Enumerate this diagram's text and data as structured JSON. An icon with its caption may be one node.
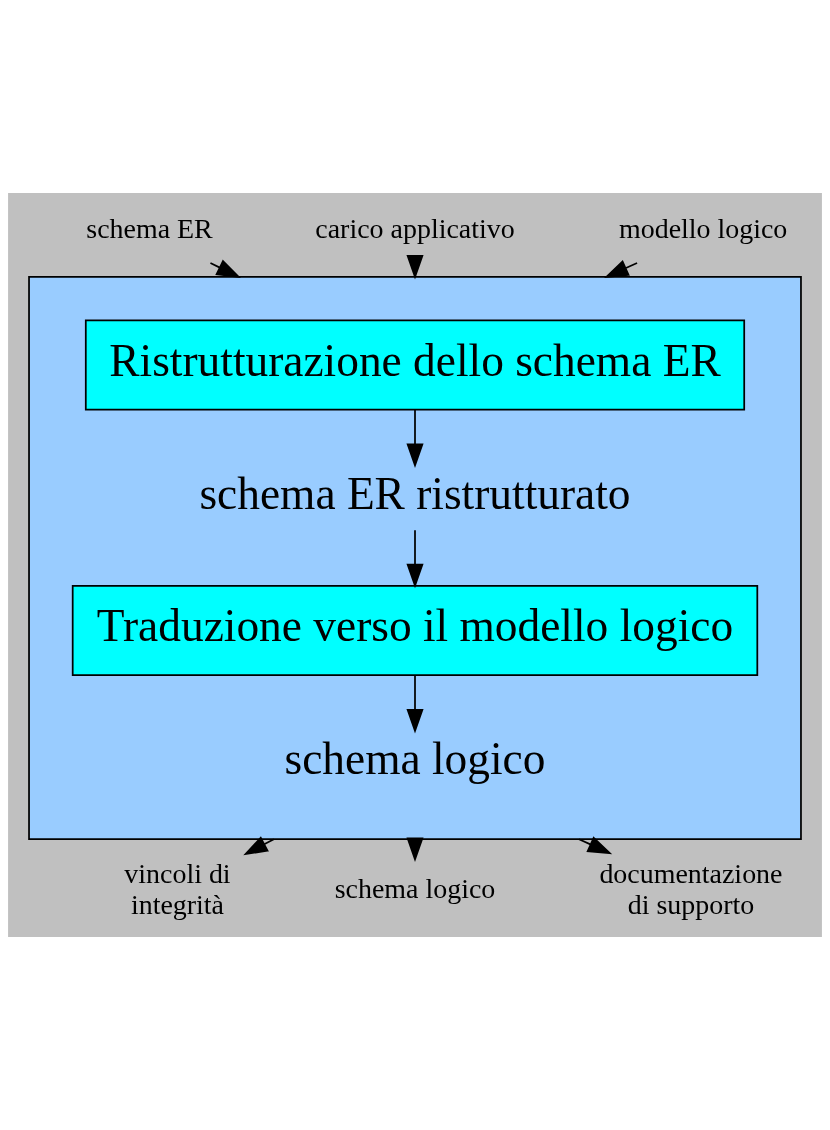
{
  "diagram": {
    "nodes": [
      {
        "text": [
          "schema ER"
        ]
      },
      {
        "text": [
          "carico applicativo"
        ]
      },
      {
        "text": [
          "modello logico"
        ]
      },
      {
        "text": [],
        "shape": "box"
      },
      {
        "text": [
          "Ristrutturazione dello schema ER"
        ],
        "in": 3
      },
      {
        "text": [
          "schema ER ristrutturato"
        ],
        "in": 3
      },
      {
        "text": [
          "Traduzione verso il modello logico"
        ],
        "in": 3
      },
      {
        "text": [
          "schema logico"
        ],
        "in": 3
      },
      {
        "text": [
          "vincoli di integrità"
        ]
      },
      {
        "text": [
          "schema logico"
        ]
      },
      {
        "text": [
          "documentazione di supporto"
        ]
      }
    ],
    "edges": [
      {
        "from": 0,
        "to": 3,
        "arrow": "to"
      },
      {
        "from": 1,
        "to": 3,
        "arrow": "to"
      },
      {
        "from": 2,
        "to": 3,
        "arrow": "to"
      },
      {
        "from": 4,
        "to": 5,
        "arrow": "to"
      },
      {
        "from": 5,
        "to": 6,
        "arrow": "to"
      },
      {
        "from": 6,
        "to": 7,
        "arrow": "to"
      },
      {
        "from": 3,
        "to": 8,
        "arrow": "to"
      },
      {
        "from": 3,
        "to": 9,
        "arrow": "to"
      },
      {
        "from": 3,
        "to": 10,
        "arrow": "to"
      }
    ]
  }
}
